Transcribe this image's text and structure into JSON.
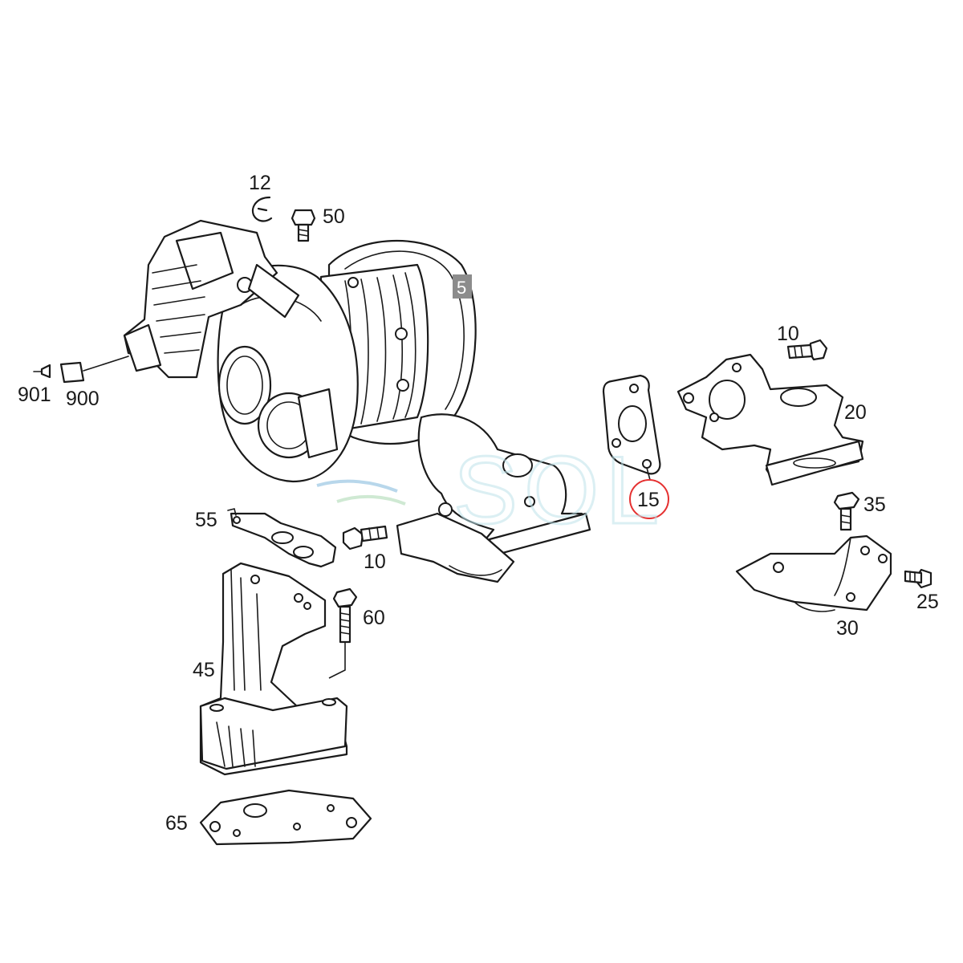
{
  "callouts": {
    "c12": "12",
    "c50": "50",
    "c5": "5",
    "c10a": "10",
    "c20": "20",
    "c15": "15",
    "c901": "901",
    "c900": "900",
    "c35": "35",
    "c55": "55",
    "c10b": "10",
    "c25": "25",
    "c60": "60",
    "c30": "30",
    "c45": "45",
    "c65": "65"
  },
  "highlight": {
    "part": "15",
    "color": "#e53030"
  },
  "watermark": {
    "text": "SOL",
    "color": "#bfe3ea"
  },
  "colors": {
    "line": "#1a1a1a",
    "main_part_box": "#8c8c8c"
  }
}
